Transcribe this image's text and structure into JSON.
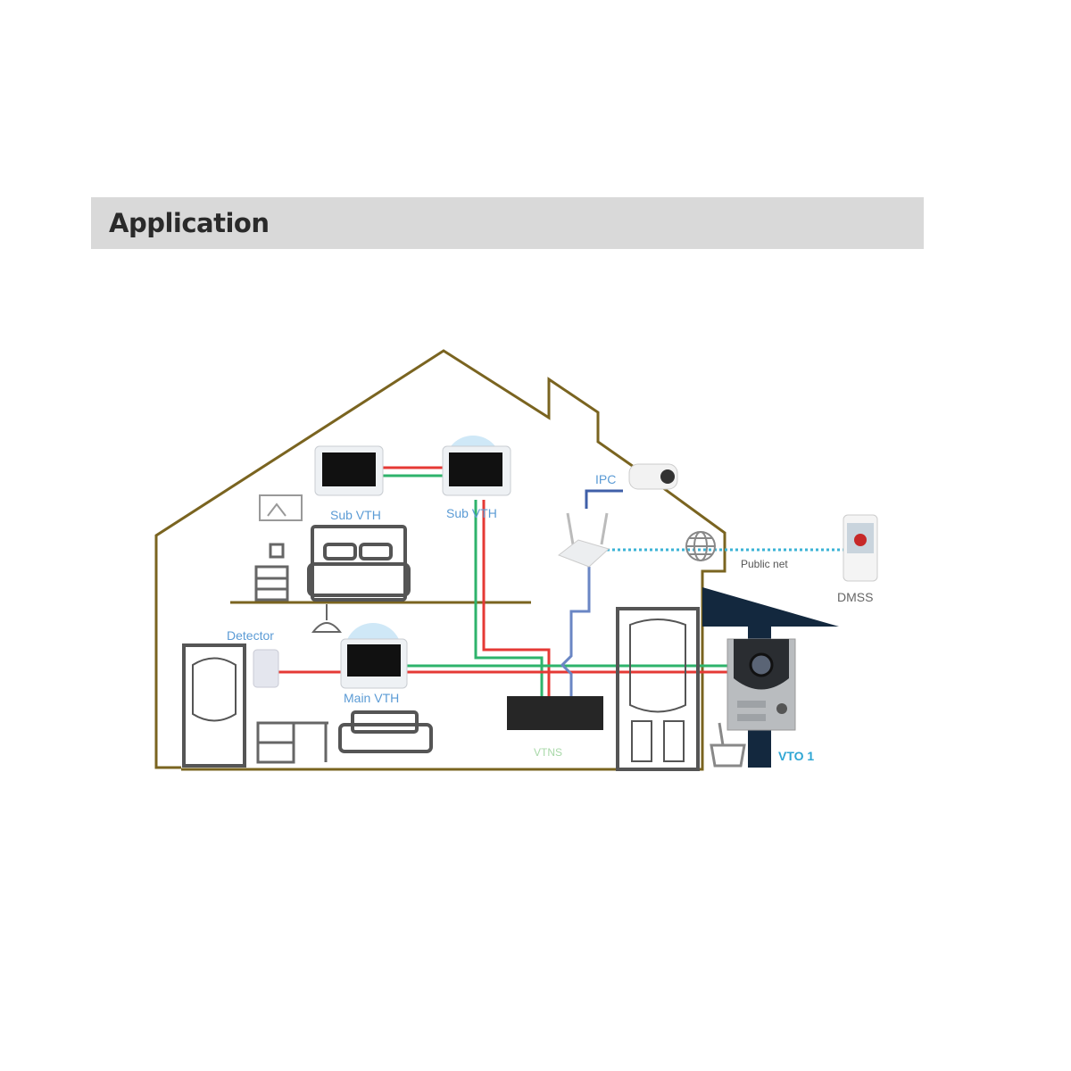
{
  "header": {
    "title": "Application"
  },
  "labels": {
    "sub_vth_1": "Sub VTH",
    "sub_vth_2": "Sub VTH",
    "main_vth": "Main VTH",
    "detector": "Detector",
    "ipc": "IPC",
    "public_net": "Public net",
    "dmss": "DMSS",
    "vtns": "VTNS",
    "vto": "VTO 1"
  },
  "colors": {
    "house_outline": "#7a6420",
    "line_red": "#e53935",
    "line_green": "#2eb36b",
    "line_blue": "#3f5fa8",
    "line_dotted": "#3bb3d6",
    "canopy": "#13283e",
    "header_bg": "#d9d9d9"
  }
}
